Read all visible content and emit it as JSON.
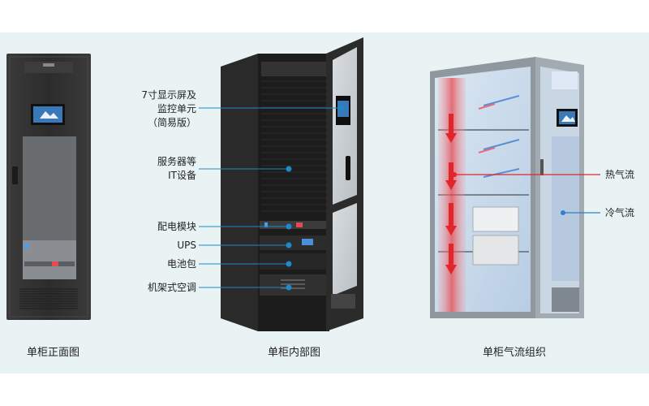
{
  "captions": {
    "front": "单柜正面图",
    "interior": "单柜内部图",
    "airflow": "单柜气流组织"
  },
  "interior_labels": {
    "display_line1": "7寸显示屏及",
    "display_line2": "监控单元",
    "display_line3": "（简易版）",
    "server_line1": "服务器等",
    "server_line2": "IT设备",
    "pdu": "配电模块",
    "ups": "UPS",
    "battery": "电池包",
    "ac": "机架式空调"
  },
  "airflow_labels": {
    "hot": "热气流",
    "cold": "冷气流"
  },
  "colors": {
    "background_band": "#e9f3f4",
    "callout_blue": "#1e88c9",
    "hot_red": "#e0252b",
    "cold_blue": "#2d7fd0",
    "cabinet_dark": "#2f2f2f",
    "cabinet_grey": "#9aa3aa"
  }
}
